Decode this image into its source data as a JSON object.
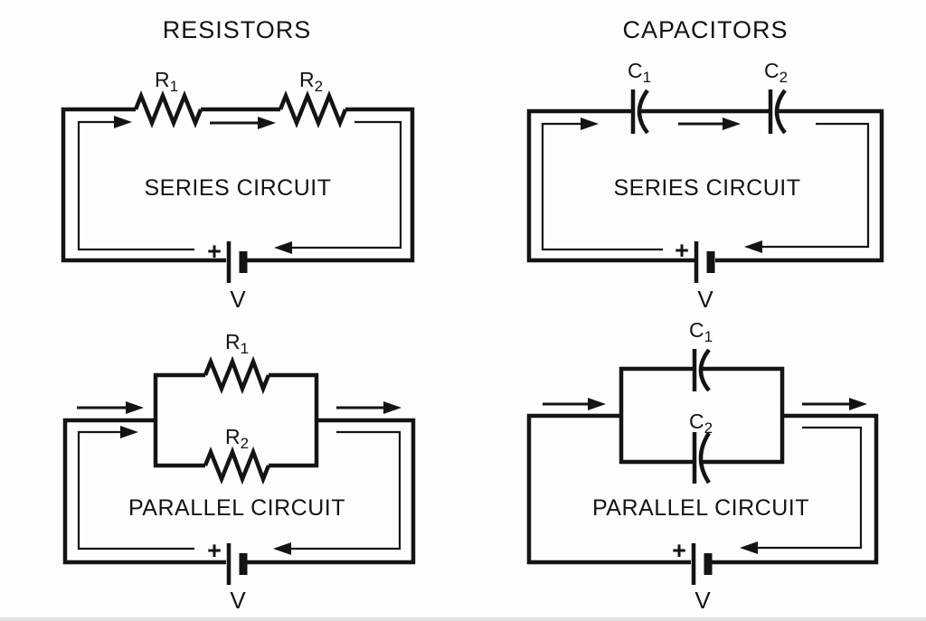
{
  "diagram": {
    "background": "#fdfdfd",
    "ink": "#141414",
    "columns": [
      {
        "title": "RESISTORS"
      },
      {
        "title": "CAPACITORS"
      }
    ],
    "panels": [
      {
        "caption": "SERIES CIRCUIT",
        "components": [
          {
            "name": "R",
            "sub": "1"
          },
          {
            "name": "R",
            "sub": "2"
          }
        ],
        "source": {
          "polarity": "+",
          "label": "V"
        }
      },
      {
        "caption": "SERIES CIRCUIT",
        "components": [
          {
            "name": "C",
            "sub": "1"
          },
          {
            "name": "C",
            "sub": "2"
          }
        ],
        "source": {
          "polarity": "+",
          "label": "V"
        }
      },
      {
        "caption": "PARALLEL CIRCUIT",
        "components": [
          {
            "name": "R",
            "sub": "1"
          },
          {
            "name": "R",
            "sub": "2"
          }
        ],
        "source": {
          "polarity": "+",
          "label": "V"
        }
      },
      {
        "caption": "PARALLEL CIRCUIT",
        "components": [
          {
            "name": "C",
            "sub": "1"
          },
          {
            "name": "C",
            "sub": "2"
          }
        ],
        "source": {
          "polarity": "+",
          "label": "V"
        }
      }
    ]
  }
}
